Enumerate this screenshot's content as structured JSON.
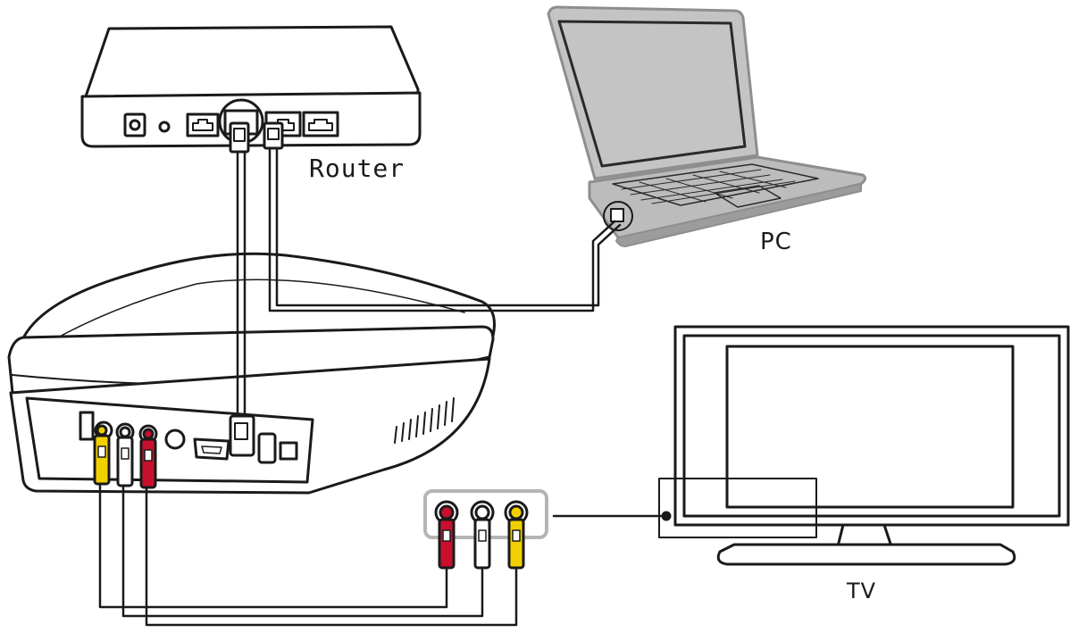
{
  "labels": {
    "router": "Router",
    "pc": "PC",
    "tv": "TV"
  },
  "colors": {
    "outline": "#1a1a1a",
    "rca_video": "#f2d000",
    "rca_audio_left": "#ffffff",
    "rca_audio_right": "#c8102e",
    "laptop_body": "#b8b8b8",
    "laptop_shadow": "#9a9a9a",
    "panel_gray": "#b5b5b5"
  },
  "icons": [
    "router-icon",
    "laptop-icon",
    "media-player-icon",
    "tv-icon",
    "rca-plug-icon",
    "ethernet-plug-icon",
    "hdmi-port-icon",
    "usb-port-icon"
  ]
}
